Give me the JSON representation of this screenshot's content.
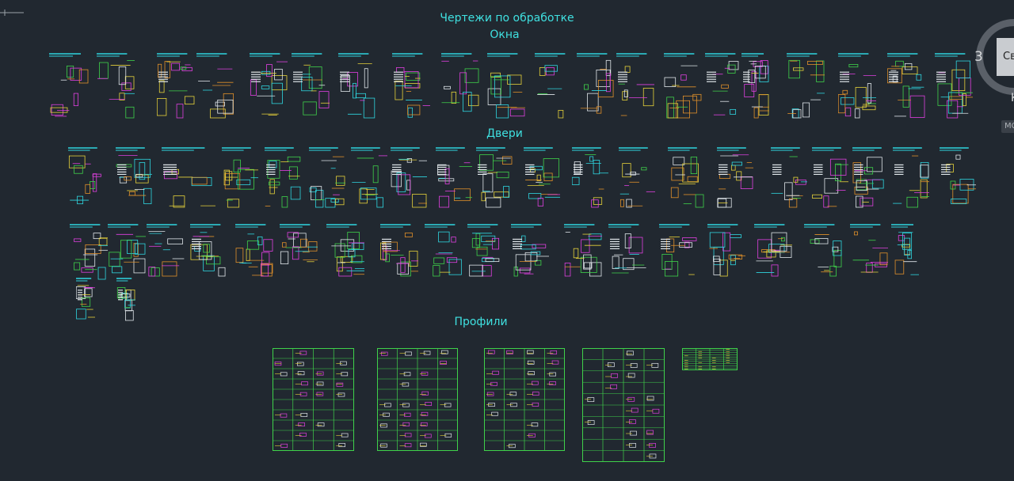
{
  "drawing": {
    "main_title": "Чертежи по обработке",
    "sections": {
      "windows": "Окна",
      "doors": "Двери",
      "profiles": "Профили"
    }
  },
  "viewcube": {
    "face_label": "Св",
    "side_number": "3",
    "compass_letter": "К",
    "wcs_label": "МС"
  },
  "colors": {
    "background": "#212830",
    "title": "#3fe0e0",
    "linework": "#e0e6ea",
    "cyan": "#2fd6e0",
    "magenta": "#e040e0",
    "yellow": "#e6d23a",
    "green": "#3fd24a",
    "orange": "#e0902a"
  },
  "icons": {
    "navigation": "viewcube-icon",
    "ucs": "ucs-icon"
  }
}
